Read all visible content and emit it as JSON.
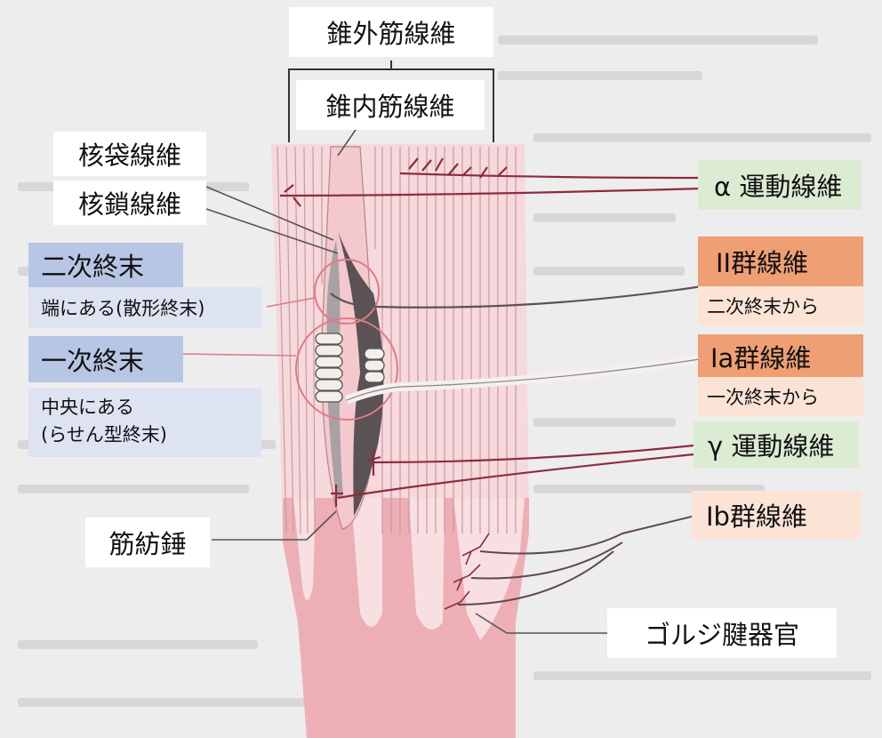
{
  "labels": {
    "extrafusal": "錐外筋線維",
    "intrafusal": "錐内筋線維",
    "nuclear_bag": "核袋線維",
    "nuclear_chain": "核鎖線維",
    "secondary_ending": "二次終末",
    "secondary_desc": "端にある(散形終末)",
    "primary_ending": "一次終末",
    "primary_desc_line1": "中央にある",
    "primary_desc_line2": "(らせん型終末)",
    "muscle_spindle": "筋紡錘",
    "alpha_motor": "α 運動線維",
    "group2": "II群線維",
    "group2_desc": "二次終末から",
    "group1a": "Ia群線維",
    "group1a_desc": "一次終末から",
    "gamma_motor": "γ 運動線維",
    "group1b": "Ib群線維",
    "golgi": "ゴルジ腱器官"
  },
  "colors": {
    "muscle_light": "#f6d9dc",
    "muscle_stripe": "#c99aa1",
    "tendon": "#e8a0a7",
    "motor_fiber": "#8c2c3c",
    "sensory_fiber": "#5a4a4f",
    "label_blue_dark": "#b7c6e4",
    "label_blue_light": "#dde3f1",
    "label_green": "#dcecd3",
    "label_orange": "#ef9f74",
    "label_peach": "#fbe3d6"
  }
}
